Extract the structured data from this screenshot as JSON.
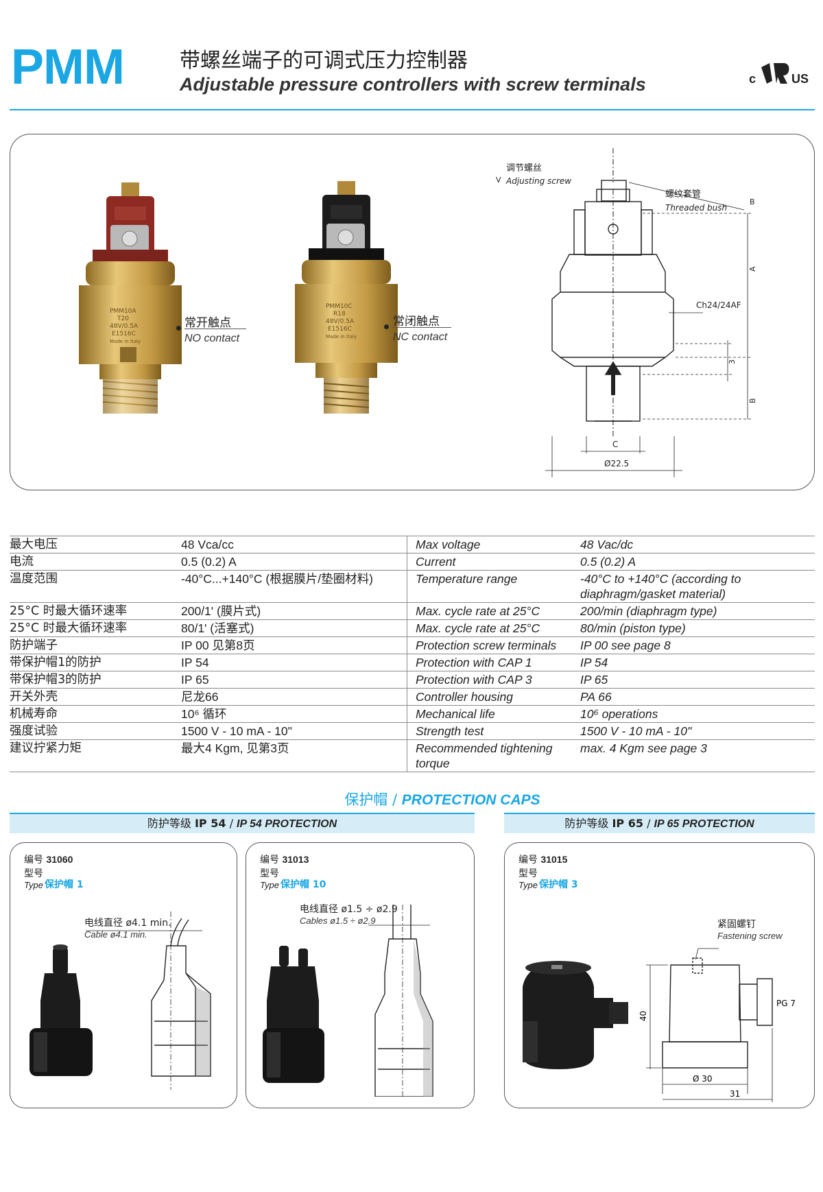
{
  "header": {
    "brand": "PMM",
    "title_cn": "带螺丝端子的可调式压力控制器",
    "title_en": "Adjustable pressure controllers with screw terminals",
    "cert_c": "c",
    "cert_us": "US"
  },
  "product": {
    "no_contact_cn": "常开触点",
    "no_contact_en": "NO contact",
    "nc_contact_cn": "常闭触点",
    "nc_contact_en": "NC contact",
    "photo_no_text": [
      "PMM10A",
      "T20",
      "48V/0.5A",
      "E1516C",
      "Made in Italy"
    ],
    "photo_nc_text": [
      "PMM10C",
      "R18",
      "48V/0.5A",
      "E1516C",
      "Made in Italy"
    ],
    "drawing": {
      "adj_screw_cn": "调节螺丝",
      "adj_screw_en": "Adjusting screw",
      "threaded_bush_cn": "螺纹套管",
      "threaded_bush_en": "Threaded bush",
      "label_v": "V",
      "label_b_top": "B",
      "label_a": "A",
      "label_ch": "Ch24/24AF",
      "label_3": "3",
      "label_b_bottom": "B",
      "label_c": "C",
      "label_diam": "Ø22.5"
    }
  },
  "specs": [
    {
      "cn": "最大电压",
      "val_cn": "48 Vca/cc",
      "en": "Max voltage",
      "val_en": "48 Vac/dc"
    },
    {
      "cn": "电流",
      "val_cn": "0.5 (0.2) A",
      "en": "Current",
      "val_en": "0.5 (0.2) A"
    },
    {
      "cn": "温度范围",
      "val_cn": "-40°C...+140°C (根据膜片/垫圈材料)",
      "en": "Temperature range",
      "val_en": "-40°C to +140°C (according to\ndiaphragm/gasket material)"
    },
    {
      "cn": "25°C 时最大循环速率",
      "val_cn": "200/1' (膜片式)",
      "en": "Max. cycle rate at 25°C",
      "val_en": "200/min (diaphragm type)"
    },
    {
      "cn": "25°C 时最大循环速率",
      "val_cn": "80/1' (活塞式)",
      "en": "Max. cycle rate at 25°C",
      "val_en": "80/min (piston type)"
    },
    {
      "cn": "防护端子",
      "val_cn": "IP 00 见第8页",
      "en": "Protection screw terminals",
      "val_en": "IP 00 see page 8"
    },
    {
      "cn": "带保护帽1的防护",
      "val_cn": "IP 54",
      "en": "Protection with CAP 1",
      "val_en": "IP 54"
    },
    {
      "cn": "带保护帽3的防护",
      "val_cn": "IP 65",
      "en": "Protection with CAP 3",
      "val_en": "IP 65"
    },
    {
      "cn": "开关外壳",
      "val_cn": "尼龙66",
      "en": "Controller housing",
      "val_en": "PA 66"
    },
    {
      "cn": "机械寿命",
      "val_cn": "10⁶ 循环",
      "en": "Mechanical life",
      "val_en": "10⁶ operations"
    },
    {
      "cn": "强度试验",
      "val_cn": "1500 V - 10 mA - 10\"",
      "en": "Strength test",
      "val_en": "1500 V - 10 mA - 10\""
    },
    {
      "cn": "建议拧紧力矩",
      "val_cn": "最大4 Kgm, 见第3页",
      "en": "Recommended tightening torque",
      "val_en": "max. 4 Kgm see page 3"
    }
  ],
  "caps": {
    "heading_cn": "保护帽",
    "heading_sep": "/",
    "heading_en": "PROTECTION CAPS",
    "band_ip54_cn": "防护等级",
    "band_ip54_bold": "IP 54",
    "band_ip54_en": "IP 54 PROTECTION",
    "band_ip65_cn": "防护等级",
    "band_ip65_bold": "IP 65",
    "band_ip65_en": "IP 65 PROTECTION",
    "band_sep": "/",
    "type_cn": "型号",
    "type_en": "Type",
    "code_cn": "编号",
    "cards": [
      {
        "code": "31060",
        "type_value": "保护帽 1",
        "cable_cn": "电线直径 ø4.1 min.",
        "cable_en": "Cable ø4.1 min."
      },
      {
        "code": "31013",
        "type_value": "保护帽 10",
        "cable_cn": "电线直径 ø1.5 ÷ ø2.9",
        "cable_en": "Cables ø1.5 ÷ ø2.9"
      },
      {
        "code": "31015",
        "type_value": "保护帽 3",
        "screw_cn": "紧固螺钉",
        "screw_en": "Fastening screw",
        "pg": "PG 7",
        "dim_40": "40",
        "dim_30": "Ø 30",
        "dim_31": "31"
      }
    ]
  },
  "colors": {
    "accent": "#1aa7e3",
    "band": "#d6edf7",
    "brass": "#c9a24a",
    "red_cap": "#8e2a22",
    "black_cap": "#1c1c1c"
  }
}
